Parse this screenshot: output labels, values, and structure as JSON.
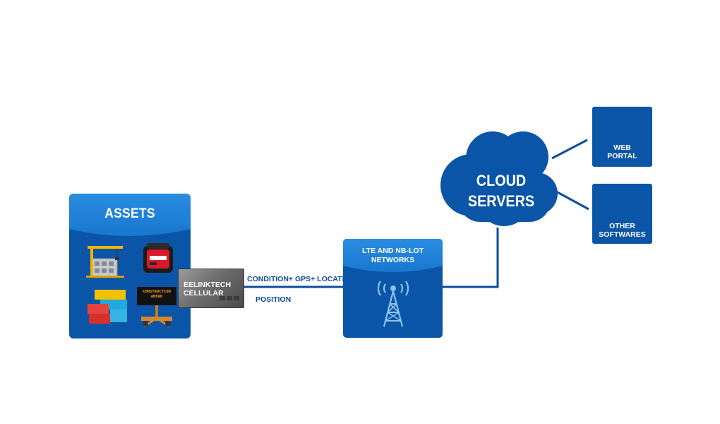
{
  "assets": {
    "title": "ASSETS",
    "icons": [
      "construction-crane-icon",
      "generator-icon",
      "shipping-containers-icon",
      "construction-sign-icon"
    ],
    "sign_text": "CONSTRUCTION AHEAD"
  },
  "device": {
    "line1": "EELINKTECH",
    "line2": "CELLULAR"
  },
  "link": {
    "top_label": "CONDITION+ GPS+ LOCATION",
    "bottom_label": "POSITION"
  },
  "network": {
    "line1": "LTE AND NB-LOT",
    "line2": "NETWORKS",
    "icon": "cell-tower-icon"
  },
  "cloud": {
    "line1": "CLOUD",
    "line2": "SERVERS"
  },
  "web_portal": {
    "line1": "WEB",
    "line2": "PORTAL"
  },
  "other_softwares": {
    "line1": "OTHER",
    "line2": "SOFTWARES"
  },
  "colors": {
    "primary": "#0b55a8",
    "accent": "#1e80d8",
    "connector": "#0d4d9f",
    "device": "#6e6e6e"
  }
}
